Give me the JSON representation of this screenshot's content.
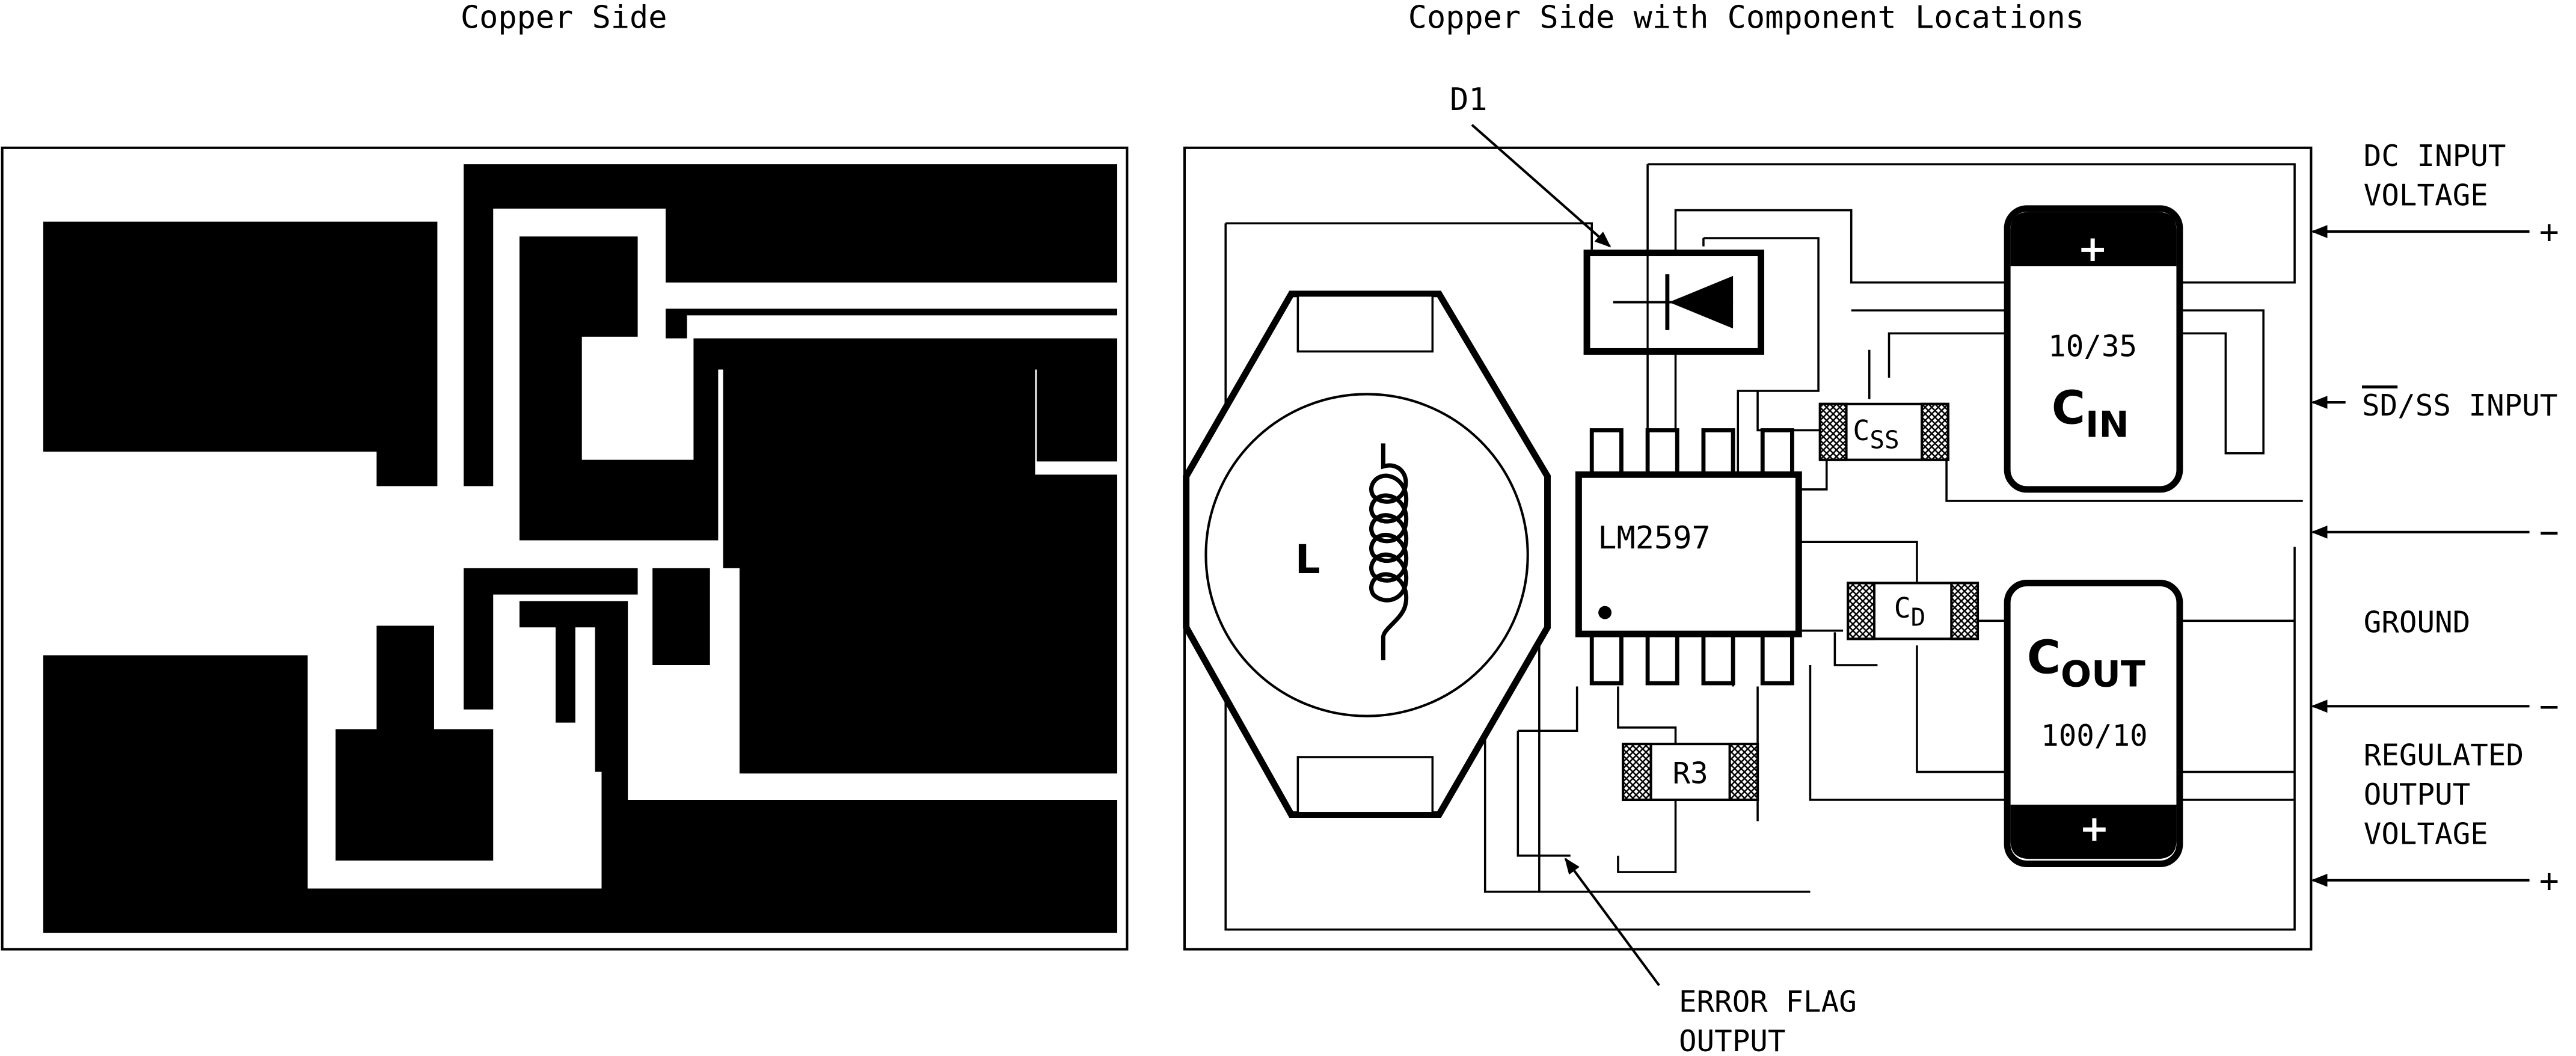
{
  "titles": {
    "left": "Copper Side",
    "right": "Copper Side with Component Locations"
  },
  "components": {
    "d1": "D1",
    "lm": "LM2597",
    "inductor": "L",
    "r3": "R3",
    "cin_main": "C",
    "cin_sub": "IN",
    "cin_value": "10/35",
    "cout_main": "C",
    "cout_sub": "OUT",
    "cout_value": "100/10",
    "css_main": "C",
    "css_sub": "SS",
    "cd_main": "C",
    "cd_sub": "D",
    "plus": "+"
  },
  "pins": {
    "dc_input_line1": "DC INPUT",
    "dc_input_line2": "VOLTAGE",
    "sd_overbar": "SD",
    "sd_rest": "/SS INPUT",
    "ground": "GROUND",
    "regulated_line1": "REGULATED",
    "regulated_line2": "OUTPUT",
    "regulated_line3": "VOLTAGE",
    "error_line1": "ERROR FLAG",
    "error_line2": "OUTPUT",
    "plus": "+",
    "minus": "−"
  },
  "colors": {
    "ink": "#000000",
    "paper": "#ffffff"
  }
}
